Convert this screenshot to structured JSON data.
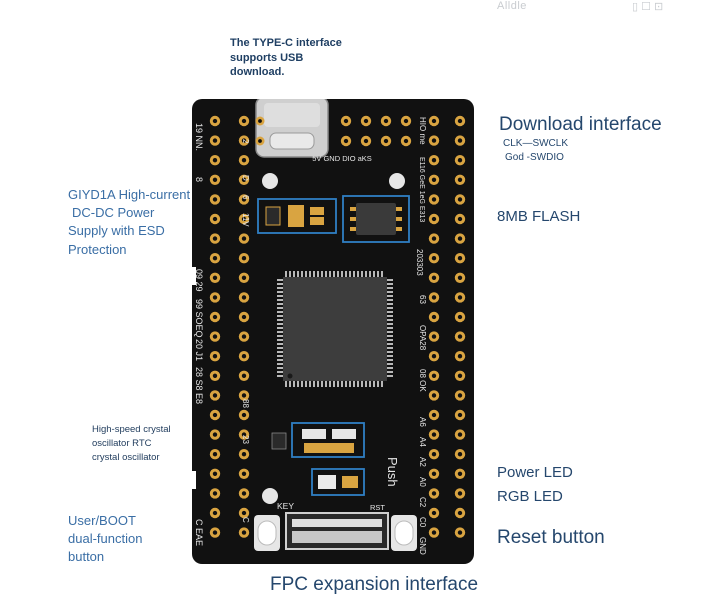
{
  "watermark": {
    "left": "Alldle",
    "right": "▯ ☐ ⊡"
  },
  "callouts": {
    "typec": [
      "The TYPE-C interface",
      "supports USB",
      "download."
    ],
    "download_title": "Download interface",
    "download_lines": [
      "CLK—SWCLK",
      "God -SWDIO"
    ],
    "dcdc": [
      "GIYD1A High-current",
      "DC-DC Power",
      "Supply with ESD",
      "Protection"
    ],
    "flash": "8MB FLASH",
    "crystal": [
      "High-speed crystal",
      "oscillator RTC",
      "crystal oscillator"
    ],
    "power_led": "Power LED",
    "rgb_led": "RGB LED",
    "user_boot": [
      "User/BOOT",
      "dual-function",
      "button"
    ],
    "reset": "Reset button",
    "fpc": "FPC expansion interface"
  },
  "board": {
    "colors": {
      "pcb": "#111111",
      "pad": "#d9a441",
      "pad_hole": "#111111",
      "silk": "#e6e6e6",
      "outline": "#2f7fc4",
      "chip": "#3a3a3a",
      "pin": "#b8b8b8",
      "usb": "#d0d0d0"
    },
    "silk_labels": {
      "usb_pins": "5V GND DIO aKS",
      "flash_code": "203303",
      "push": "Push",
      "key": "KEY",
      "rst": "RST",
      "left_rows": [
        "19 NN.",
        "8",
        "09 29",
        "99 SOEQ",
        "20 J1",
        "28 S8 E8",
        "C EAE"
      ],
      "left_inner": [
        "2",
        "6",
        "D",
        "11V",
        "C",
        "88",
        "23"
      ],
      "right_rows": [
        "HIO me",
        "E116 GeE 1eG E313",
        "63",
        "OPA28",
        "08 OK",
        "A6",
        "A4",
        "A2",
        "A0",
        "C2",
        "C0",
        "GND"
      ]
    }
  }
}
